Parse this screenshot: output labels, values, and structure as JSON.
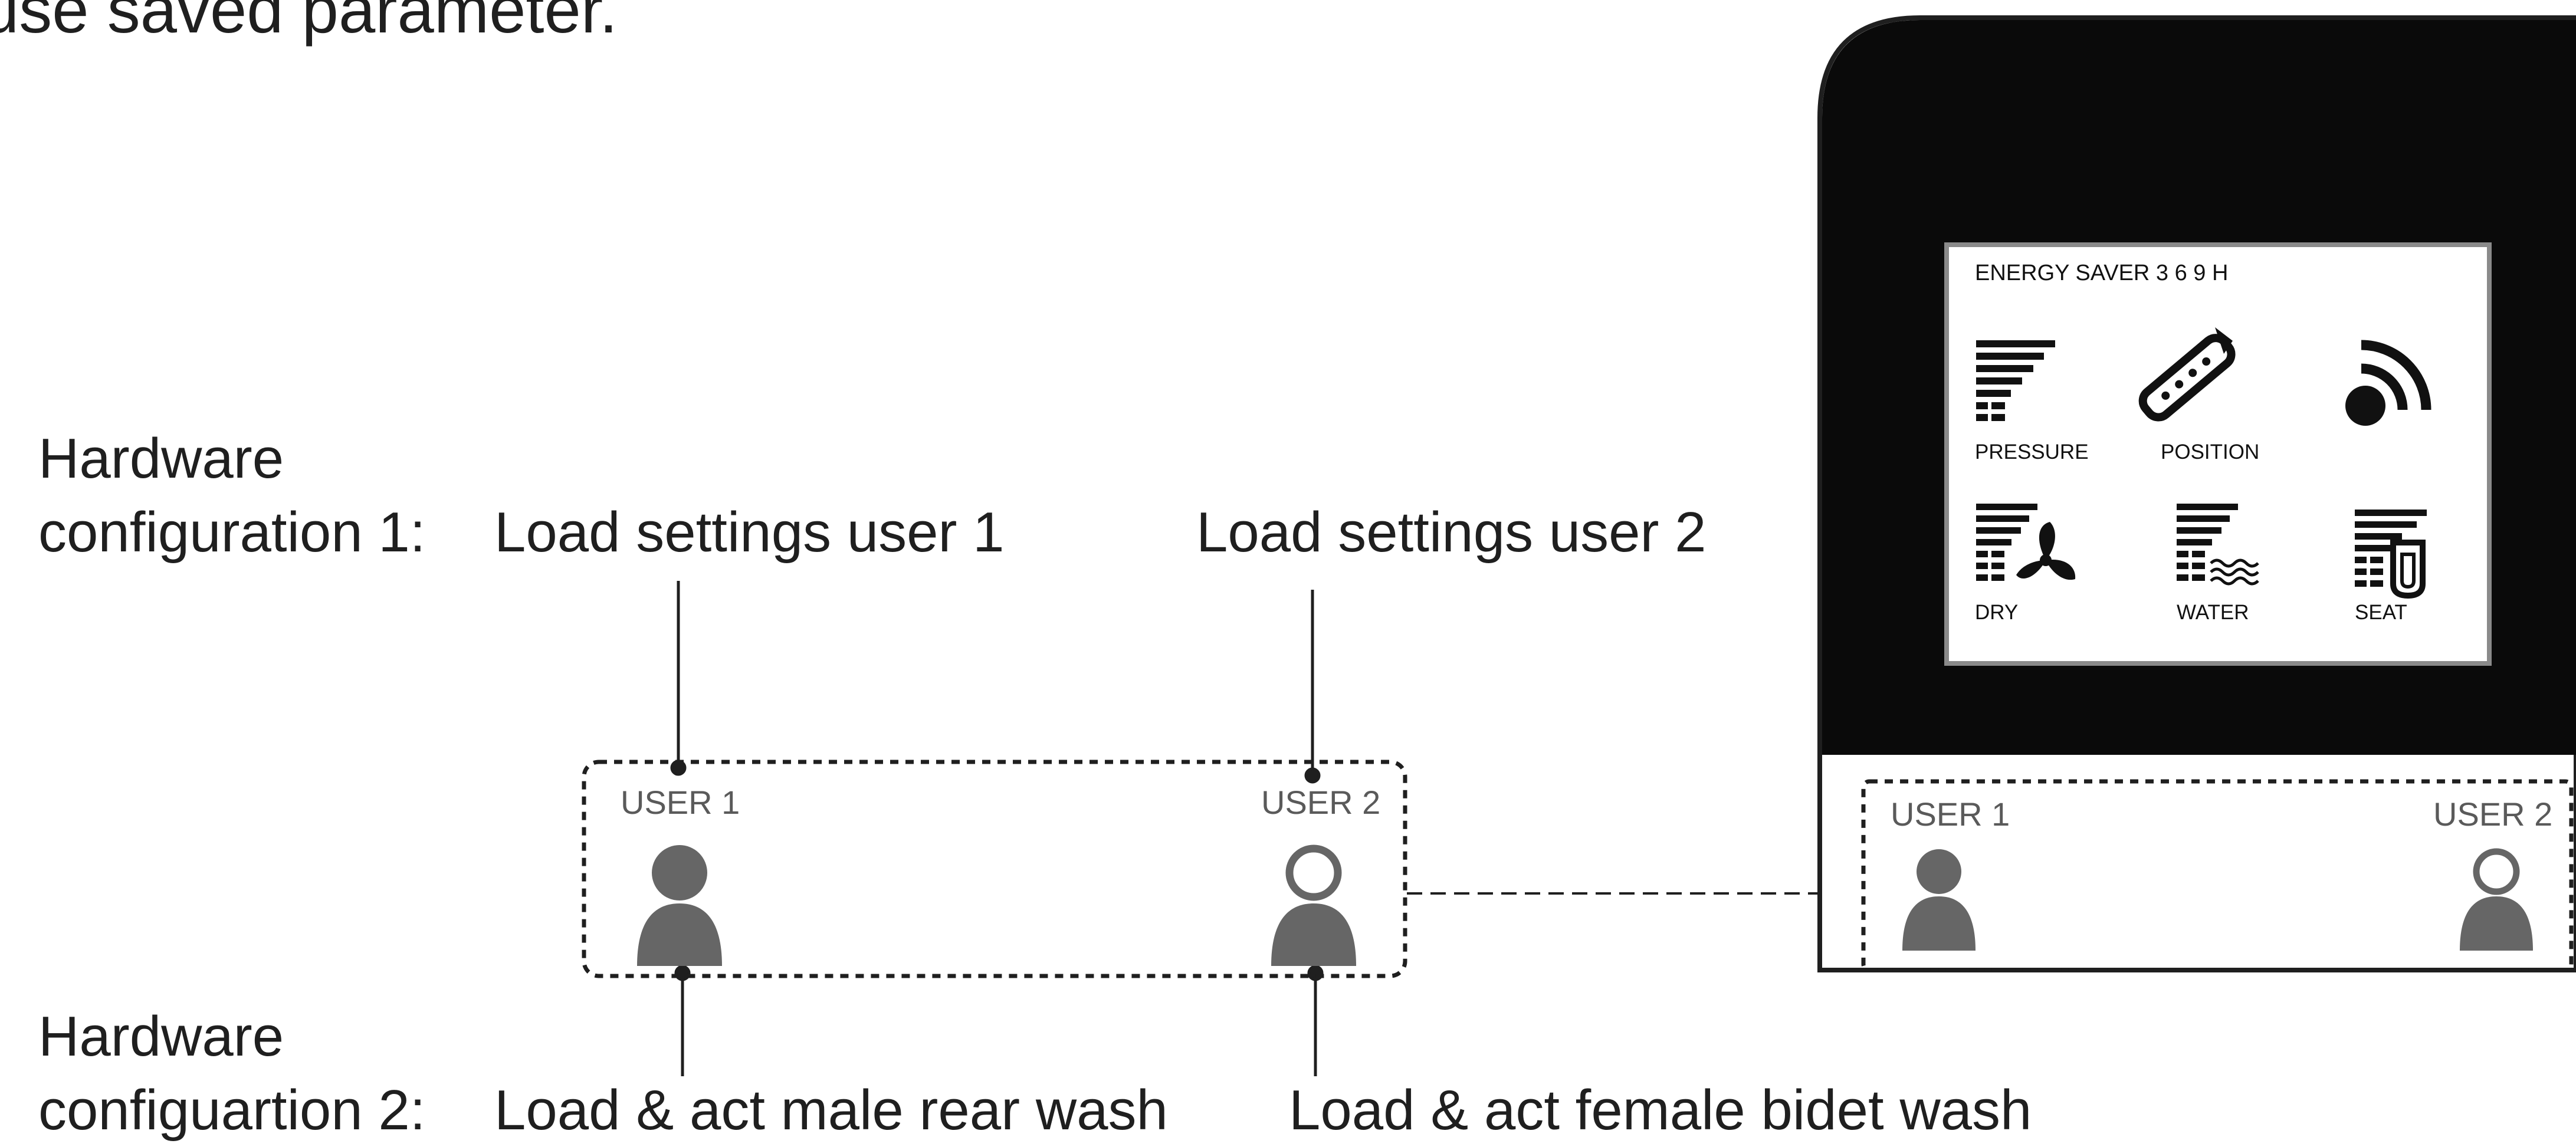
{
  "header_text": "use saved parameter.",
  "hardware_config_1": {
    "line1": "Hardware",
    "line2": "configuration 1:",
    "user1_action": "Load settings user 1",
    "user2_action": "Load settings user 2"
  },
  "hardware_config_2": {
    "line1": "Hardware",
    "line2": "configuartion 2:",
    "user1_action": "Load & act male rear wash",
    "user2_action": "Load & act female bidet wash"
  },
  "user_buttons": {
    "user1_label": "USER 1",
    "user2_label": "USER 2"
  },
  "remote": {
    "status_line": "ENERGY SAVER  3  6  9  H",
    "buttons": [
      {
        "label": "PRESSURE",
        "icon": "pressure-bars-icon"
      },
      {
        "label": "POSITION",
        "icon": "nozzle-position-icon"
      },
      {
        "label": "",
        "icon": "signal-icon"
      },
      {
        "label": "DRY",
        "icon": "dry-fan-icon"
      },
      {
        "label": "WATER",
        "icon": "water-temperature-icon"
      },
      {
        "label": "SEAT",
        "icon": "seat-temperature-icon"
      }
    ],
    "user1_label": "USER 1",
    "user2_label": "USER 2"
  },
  "colors": {
    "remote_body": "#0a0a0a",
    "user_icon": "#666666",
    "text": "#1f1f1f"
  }
}
